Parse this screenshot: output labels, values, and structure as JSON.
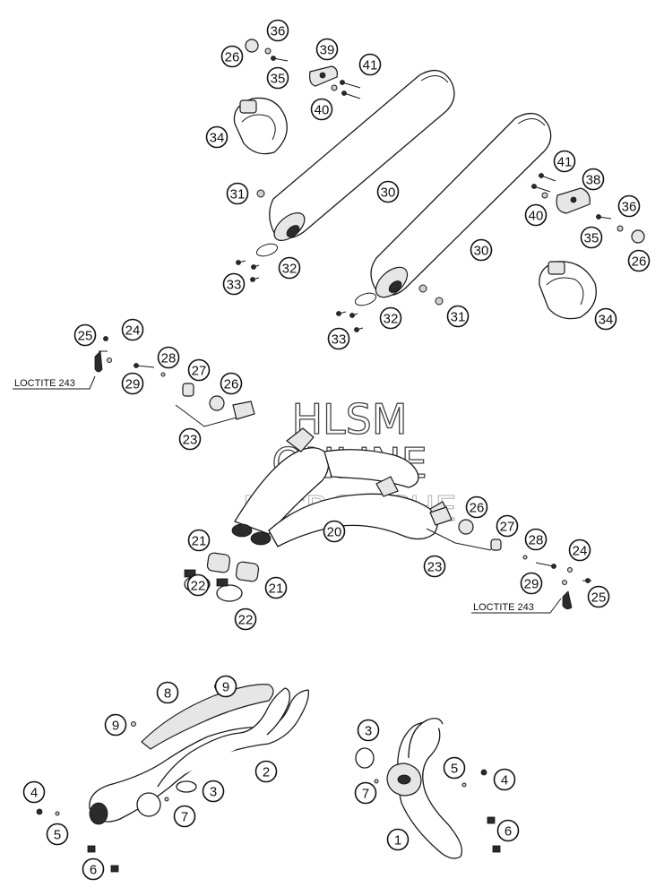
{
  "watermark": {
    "line1": "HLSM",
    "line2": "ONLINE",
    "line3": "MICROFICHE"
  },
  "notes": [
    {
      "id": "note-left",
      "text": "LOCTITE 243"
    },
    {
      "id": "note-right",
      "text": "LOCTITE 243"
    }
  ],
  "callouts": [
    {
      "n": "36"
    },
    {
      "n": "26"
    },
    {
      "n": "35"
    },
    {
      "n": "39"
    },
    {
      "n": "41"
    },
    {
      "n": "40"
    },
    {
      "n": "34"
    },
    {
      "n": "31"
    },
    {
      "n": "30"
    },
    {
      "n": "32"
    },
    {
      "n": "33"
    },
    {
      "n": "30"
    },
    {
      "n": "41"
    },
    {
      "n": "38"
    },
    {
      "n": "40"
    },
    {
      "n": "36"
    },
    {
      "n": "35"
    },
    {
      "n": "26"
    },
    {
      "n": "31"
    },
    {
      "n": "32"
    },
    {
      "n": "33"
    },
    {
      "n": "34"
    },
    {
      "n": "25"
    },
    {
      "n": "24"
    },
    {
      "n": "28"
    },
    {
      "n": "29"
    },
    {
      "n": "27"
    },
    {
      "n": "26"
    },
    {
      "n": "23"
    },
    {
      "n": "20"
    },
    {
      "n": "21"
    },
    {
      "n": "22"
    },
    {
      "n": "21"
    },
    {
      "n": "22"
    },
    {
      "n": "26"
    },
    {
      "n": "27"
    },
    {
      "n": "23"
    },
    {
      "n": "28"
    },
    {
      "n": "24"
    },
    {
      "n": "29"
    },
    {
      "n": "25"
    },
    {
      "n": "8"
    },
    {
      "n": "9"
    },
    {
      "n": "9"
    },
    {
      "n": "2"
    },
    {
      "n": "3"
    },
    {
      "n": "7"
    },
    {
      "n": "4"
    },
    {
      "n": "5"
    },
    {
      "n": "6"
    },
    {
      "n": "3"
    },
    {
      "n": "7"
    },
    {
      "n": "5"
    },
    {
      "n": "4"
    },
    {
      "n": "1"
    },
    {
      "n": "6"
    }
  ]
}
